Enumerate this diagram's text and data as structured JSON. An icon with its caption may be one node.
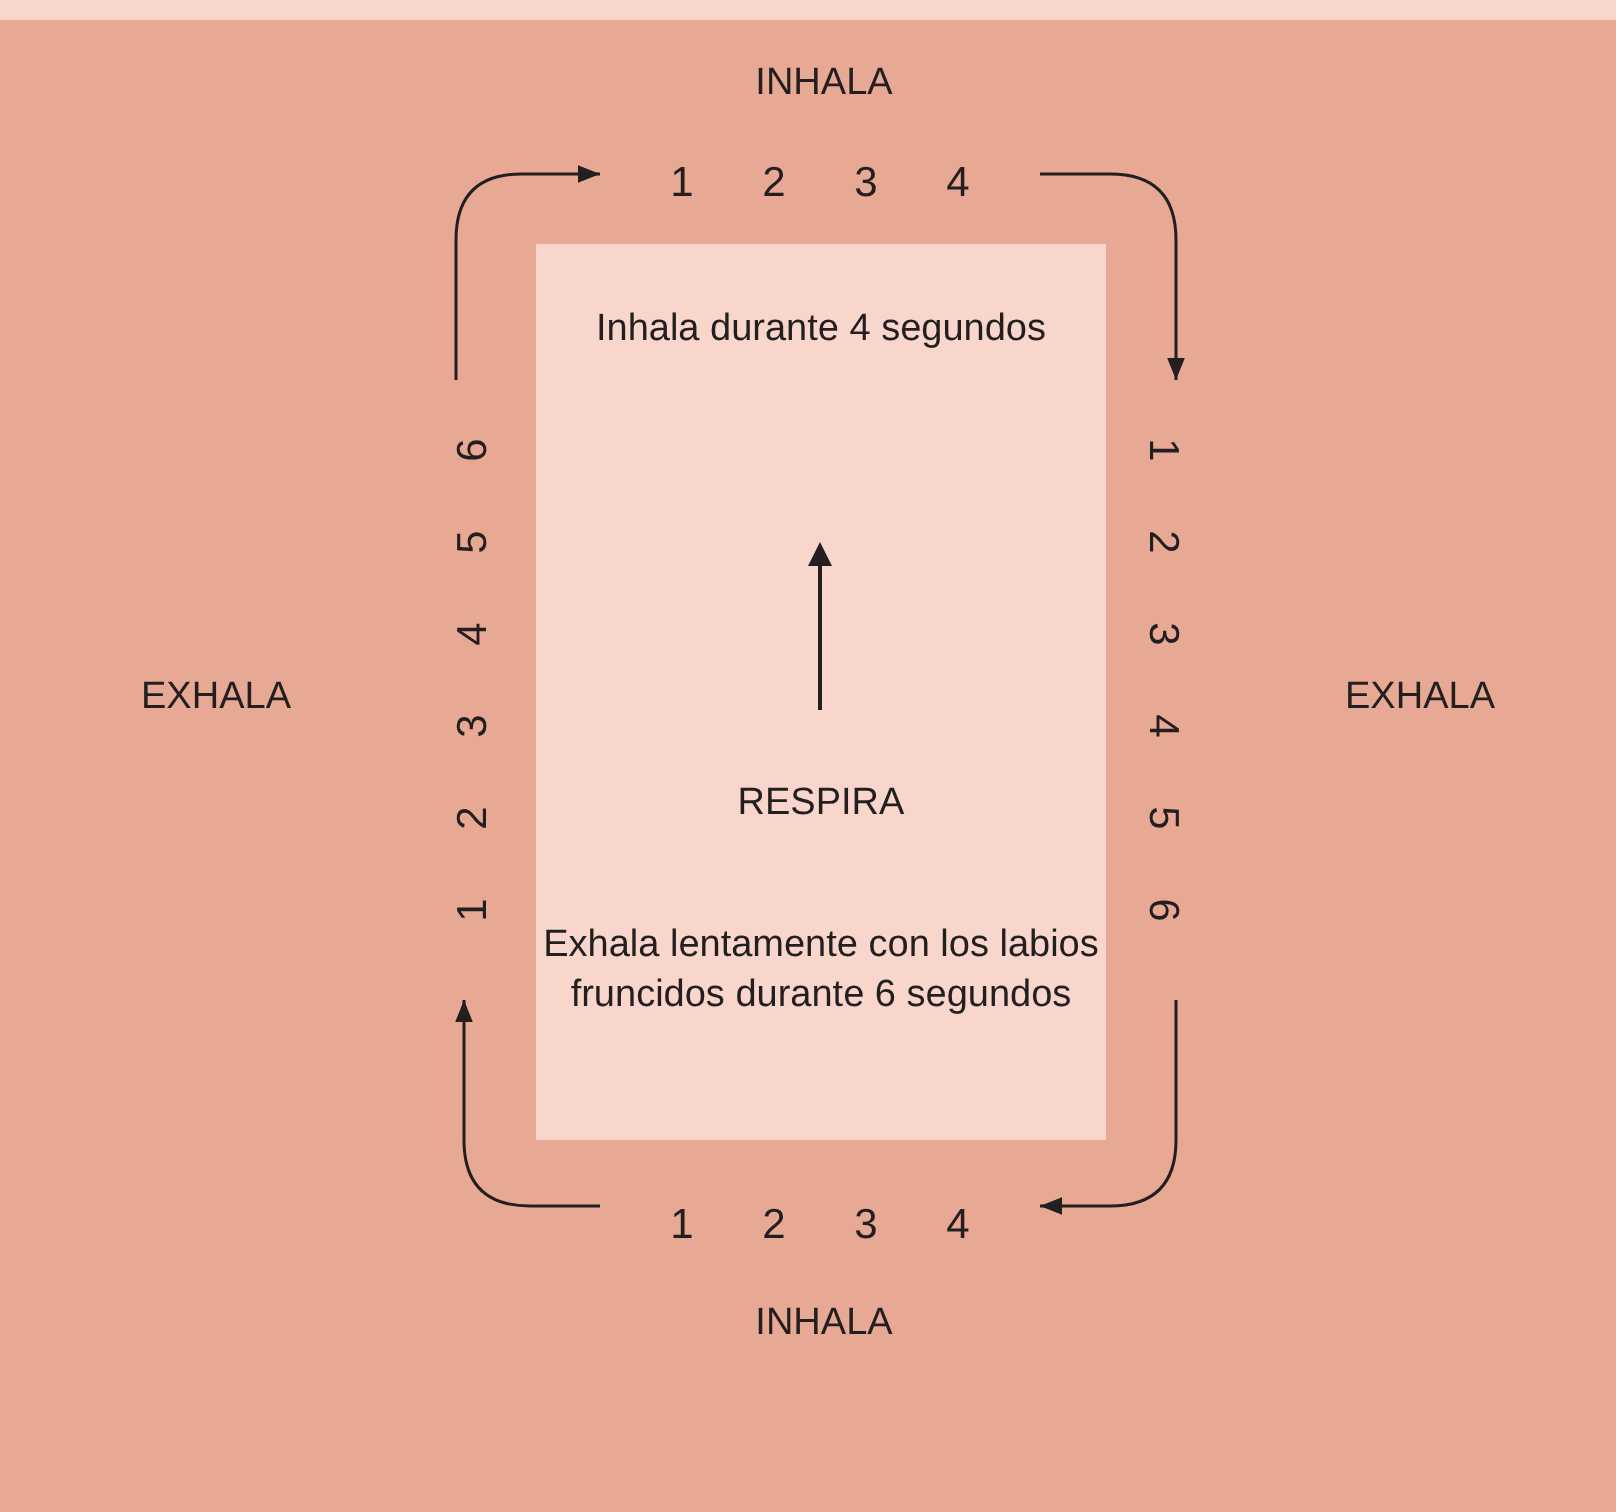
{
  "diagram": {
    "nodes": [
      {
        "text": [
          "1",
          "2",
          "3",
          "4"
        ]
      },
      {
        "text": [
          "1",
          "2",
          "3",
          "4",
          "5",
          "6"
        ]
      },
      {
        "text": [
          "1",
          "2",
          "3",
          "4"
        ]
      },
      {
        "text": [
          "1",
          "2",
          "3",
          "4",
          "5",
          "6"
        ]
      },
      {
        "text": [
          "Inhala durante 4 segundos",
          "RESPIRA",
          "Exhala lentamente con los labios fruncidos durante 6 segundos"
        ]
      }
    ],
    "edges": [
      {
        "from": 3,
        "to": 0,
        "arrow": "to"
      },
      {
        "from": 0,
        "to": 1,
        "arrow": "to"
      },
      {
        "from": 1,
        "to": 2,
        "arrow": "to"
      },
      {
        "from": 2,
        "to": 3,
        "arrow": "to"
      }
    ],
    "labels": [
      "INHALA",
      "EXHALA",
      "EXHALA",
      "INHALA"
    ]
  }
}
